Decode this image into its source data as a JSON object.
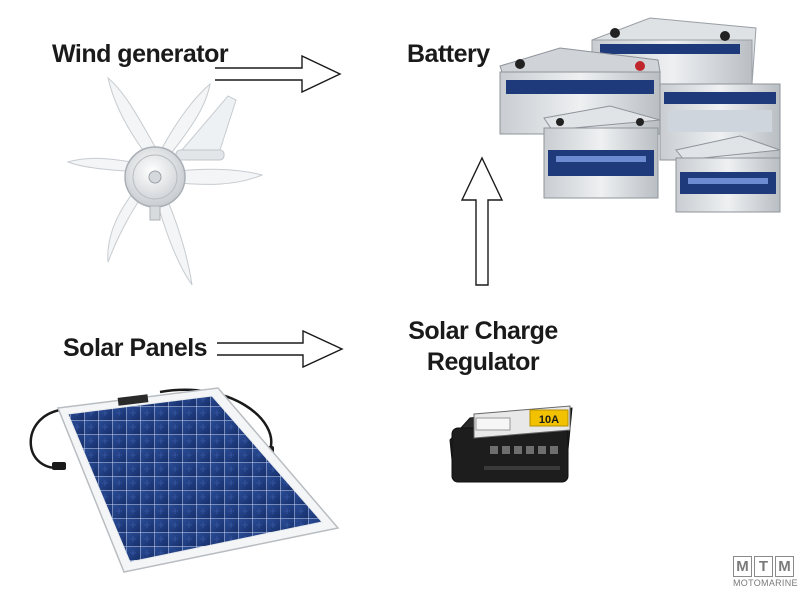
{
  "labels": {
    "wind_generator": "Wind generator",
    "battery": "Battery",
    "solar_panels": "Solar Panels",
    "regulator_line1": "Solar Charge",
    "regulator_line2": "Regulator"
  },
  "regulator_display": "10A",
  "logo": {
    "letters": [
      "M",
      "T",
      "M"
    ],
    "subtitle": "MOTOMARINE"
  },
  "colors": {
    "text": "#1a1a1a",
    "battery_body": "#d9dcdf",
    "battery_label": "#1f3a7a",
    "solar_cell": "#1f3f86",
    "regulator_body": "#2a2a2a",
    "regulator_accent": "#f2c200"
  }
}
